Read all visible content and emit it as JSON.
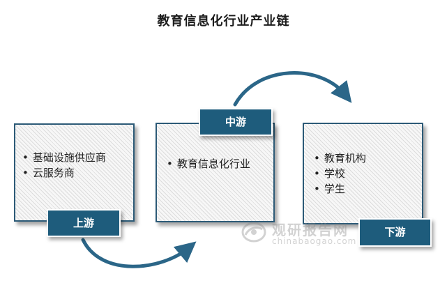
{
  "title": "教育信息化行业产业链",
  "upstream": {
    "tag": "上游",
    "items": [
      "基础设施供应商",
      "云服务商"
    ]
  },
  "midstream": {
    "tag": "中游",
    "items": [
      "教育信息化行业"
    ]
  },
  "downstream": {
    "tag": "下游",
    "items": [
      "教育机构",
      "学校",
      "学生"
    ]
  },
  "watermark": {
    "name": "观研报告网",
    "url": "chinabaogao.com"
  },
  "colors": {
    "accent": "#1e5c7c",
    "border": "#2c5a77",
    "arrow": "#2b6688"
  }
}
